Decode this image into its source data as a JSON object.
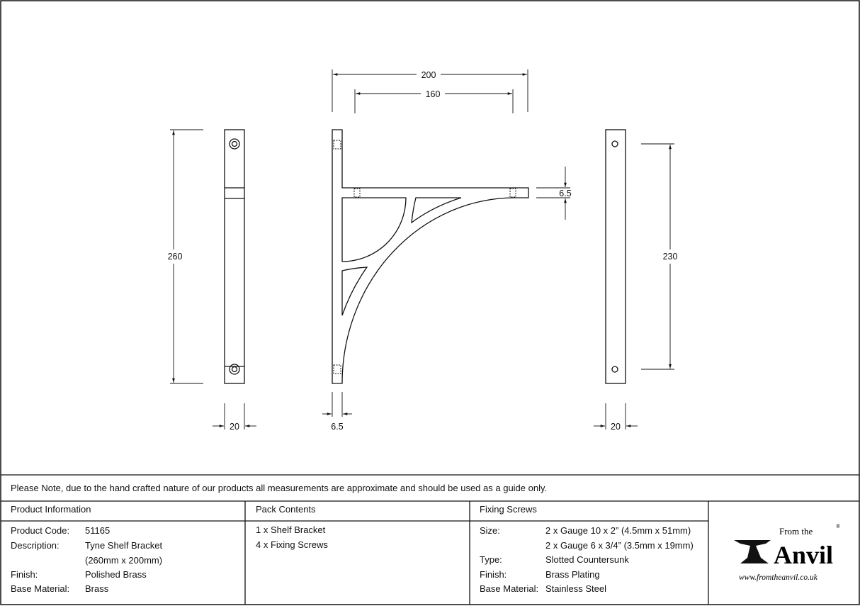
{
  "dimensions": {
    "side_height": "260",
    "side_width": "20",
    "overall_depth": "200",
    "screw_spacing_arm": "160",
    "arm_thickness": "6.5",
    "plate_thickness": "6.5",
    "hole_spacing": "230",
    "back_width": "20"
  },
  "note": "Please Note, due to the hand crafted nature of our products all measurements are approximate and should be used as a guide only.",
  "product_info": {
    "heading": "Product Information",
    "rows": [
      {
        "label": "Product Code:",
        "value": "51165"
      },
      {
        "label": "Description:",
        "value": "Tyne Shelf Bracket"
      },
      {
        "label": "",
        "value": "(260mm x 200mm)"
      },
      {
        "label": "Finish:",
        "value": "Polished Brass"
      },
      {
        "label": "Base Material:",
        "value": "Brass"
      }
    ]
  },
  "pack_contents": {
    "heading": "Pack Contents",
    "items": [
      "1 x Shelf Bracket",
      "4 x Fixing Screws"
    ]
  },
  "fixing_screws": {
    "heading": "Fixing Screws",
    "rows": [
      {
        "label": "Size:",
        "value": "2 x Gauge 10 x 2” (4.5mm x 51mm)"
      },
      {
        "label": "",
        "value": "2 x Gauge 6 x 3/4” (3.5mm x 19mm)"
      },
      {
        "label": "Type:",
        "value": "Slotted Countersunk"
      },
      {
        "label": "Finish:",
        "value": "Brass Plating"
      },
      {
        "label": "Base Material:",
        "value": "Stainless Steel"
      }
    ]
  },
  "logo": {
    "from_the": "From the",
    "anvil": "Anvil",
    "registered": "®",
    "url": "www.fromtheanvil.co.uk"
  }
}
